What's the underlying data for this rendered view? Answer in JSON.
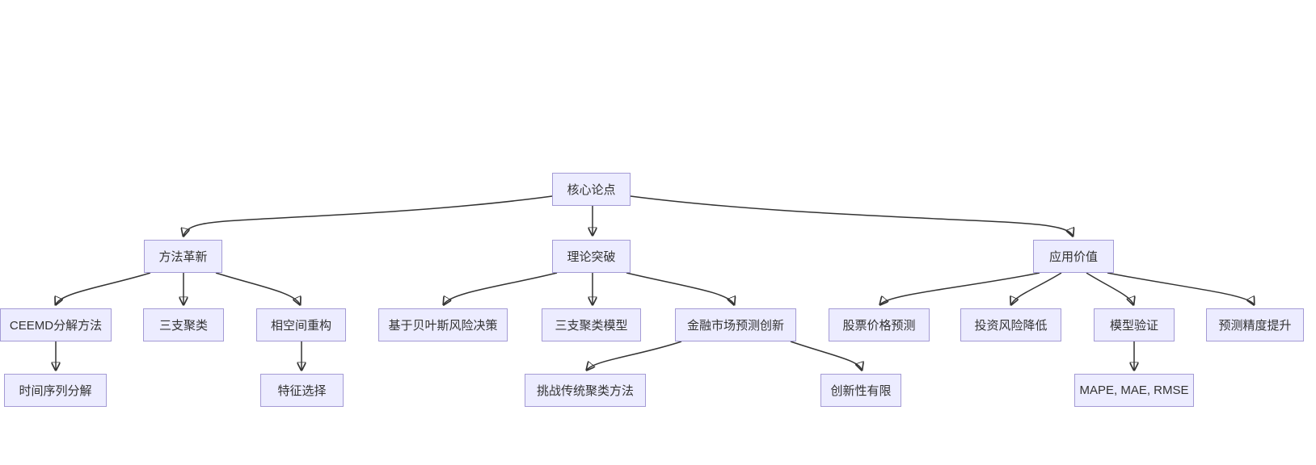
{
  "diagram": {
    "type": "flowchart",
    "direction": "top-down",
    "levels": 4
  },
  "colors": {
    "background": "#ffffff",
    "node_fill": "#ECECFF",
    "node_border": "#A49BD5",
    "edge": "#333333",
    "text": "#333333"
  },
  "nodes": {
    "core": {
      "label": "核心论点"
    },
    "method": {
      "label": "方法革新"
    },
    "theory": {
      "label": "理论突破"
    },
    "application": {
      "label": "应用价值"
    },
    "ceemd": {
      "label": "CEEMD分解方法"
    },
    "three_way": {
      "label": "三支聚类"
    },
    "phase_space": {
      "label": "相空间重构"
    },
    "bayes": {
      "label": "基于贝叶斯风险决策"
    },
    "twc_model": {
      "label": "三支聚类模型"
    },
    "finance": {
      "label": "金融市场预测创新"
    },
    "stock": {
      "label": "股票价格预测"
    },
    "risk": {
      "label": "投资风险降低"
    },
    "validation": {
      "label": "模型验证"
    },
    "precision": {
      "label": "预测精度提升"
    },
    "decomposition": {
      "label": "时间序列分解"
    },
    "feature": {
      "label": "特征选择"
    },
    "challenge": {
      "label": "挑战传统聚类方法"
    },
    "limited": {
      "label": "创新性有限"
    },
    "metrics": {
      "label": "MAPE, MAE, RMSE"
    }
  },
  "edges": [
    {
      "from": "core",
      "to": "method"
    },
    {
      "from": "core",
      "to": "theory"
    },
    {
      "from": "core",
      "to": "application"
    },
    {
      "from": "method",
      "to": "ceemd"
    },
    {
      "from": "method",
      "to": "three_way"
    },
    {
      "from": "method",
      "to": "phase_space"
    },
    {
      "from": "theory",
      "to": "bayes"
    },
    {
      "from": "theory",
      "to": "twc_model"
    },
    {
      "from": "theory",
      "to": "finance"
    },
    {
      "from": "application",
      "to": "stock"
    },
    {
      "from": "application",
      "to": "risk"
    },
    {
      "from": "application",
      "to": "validation"
    },
    {
      "from": "application",
      "to": "precision"
    },
    {
      "from": "ceemd",
      "to": "decomposition"
    },
    {
      "from": "phase_space",
      "to": "feature"
    },
    {
      "from": "finance",
      "to": "challenge"
    },
    {
      "from": "finance",
      "to": "limited"
    },
    {
      "from": "validation",
      "to": "metrics"
    }
  ]
}
